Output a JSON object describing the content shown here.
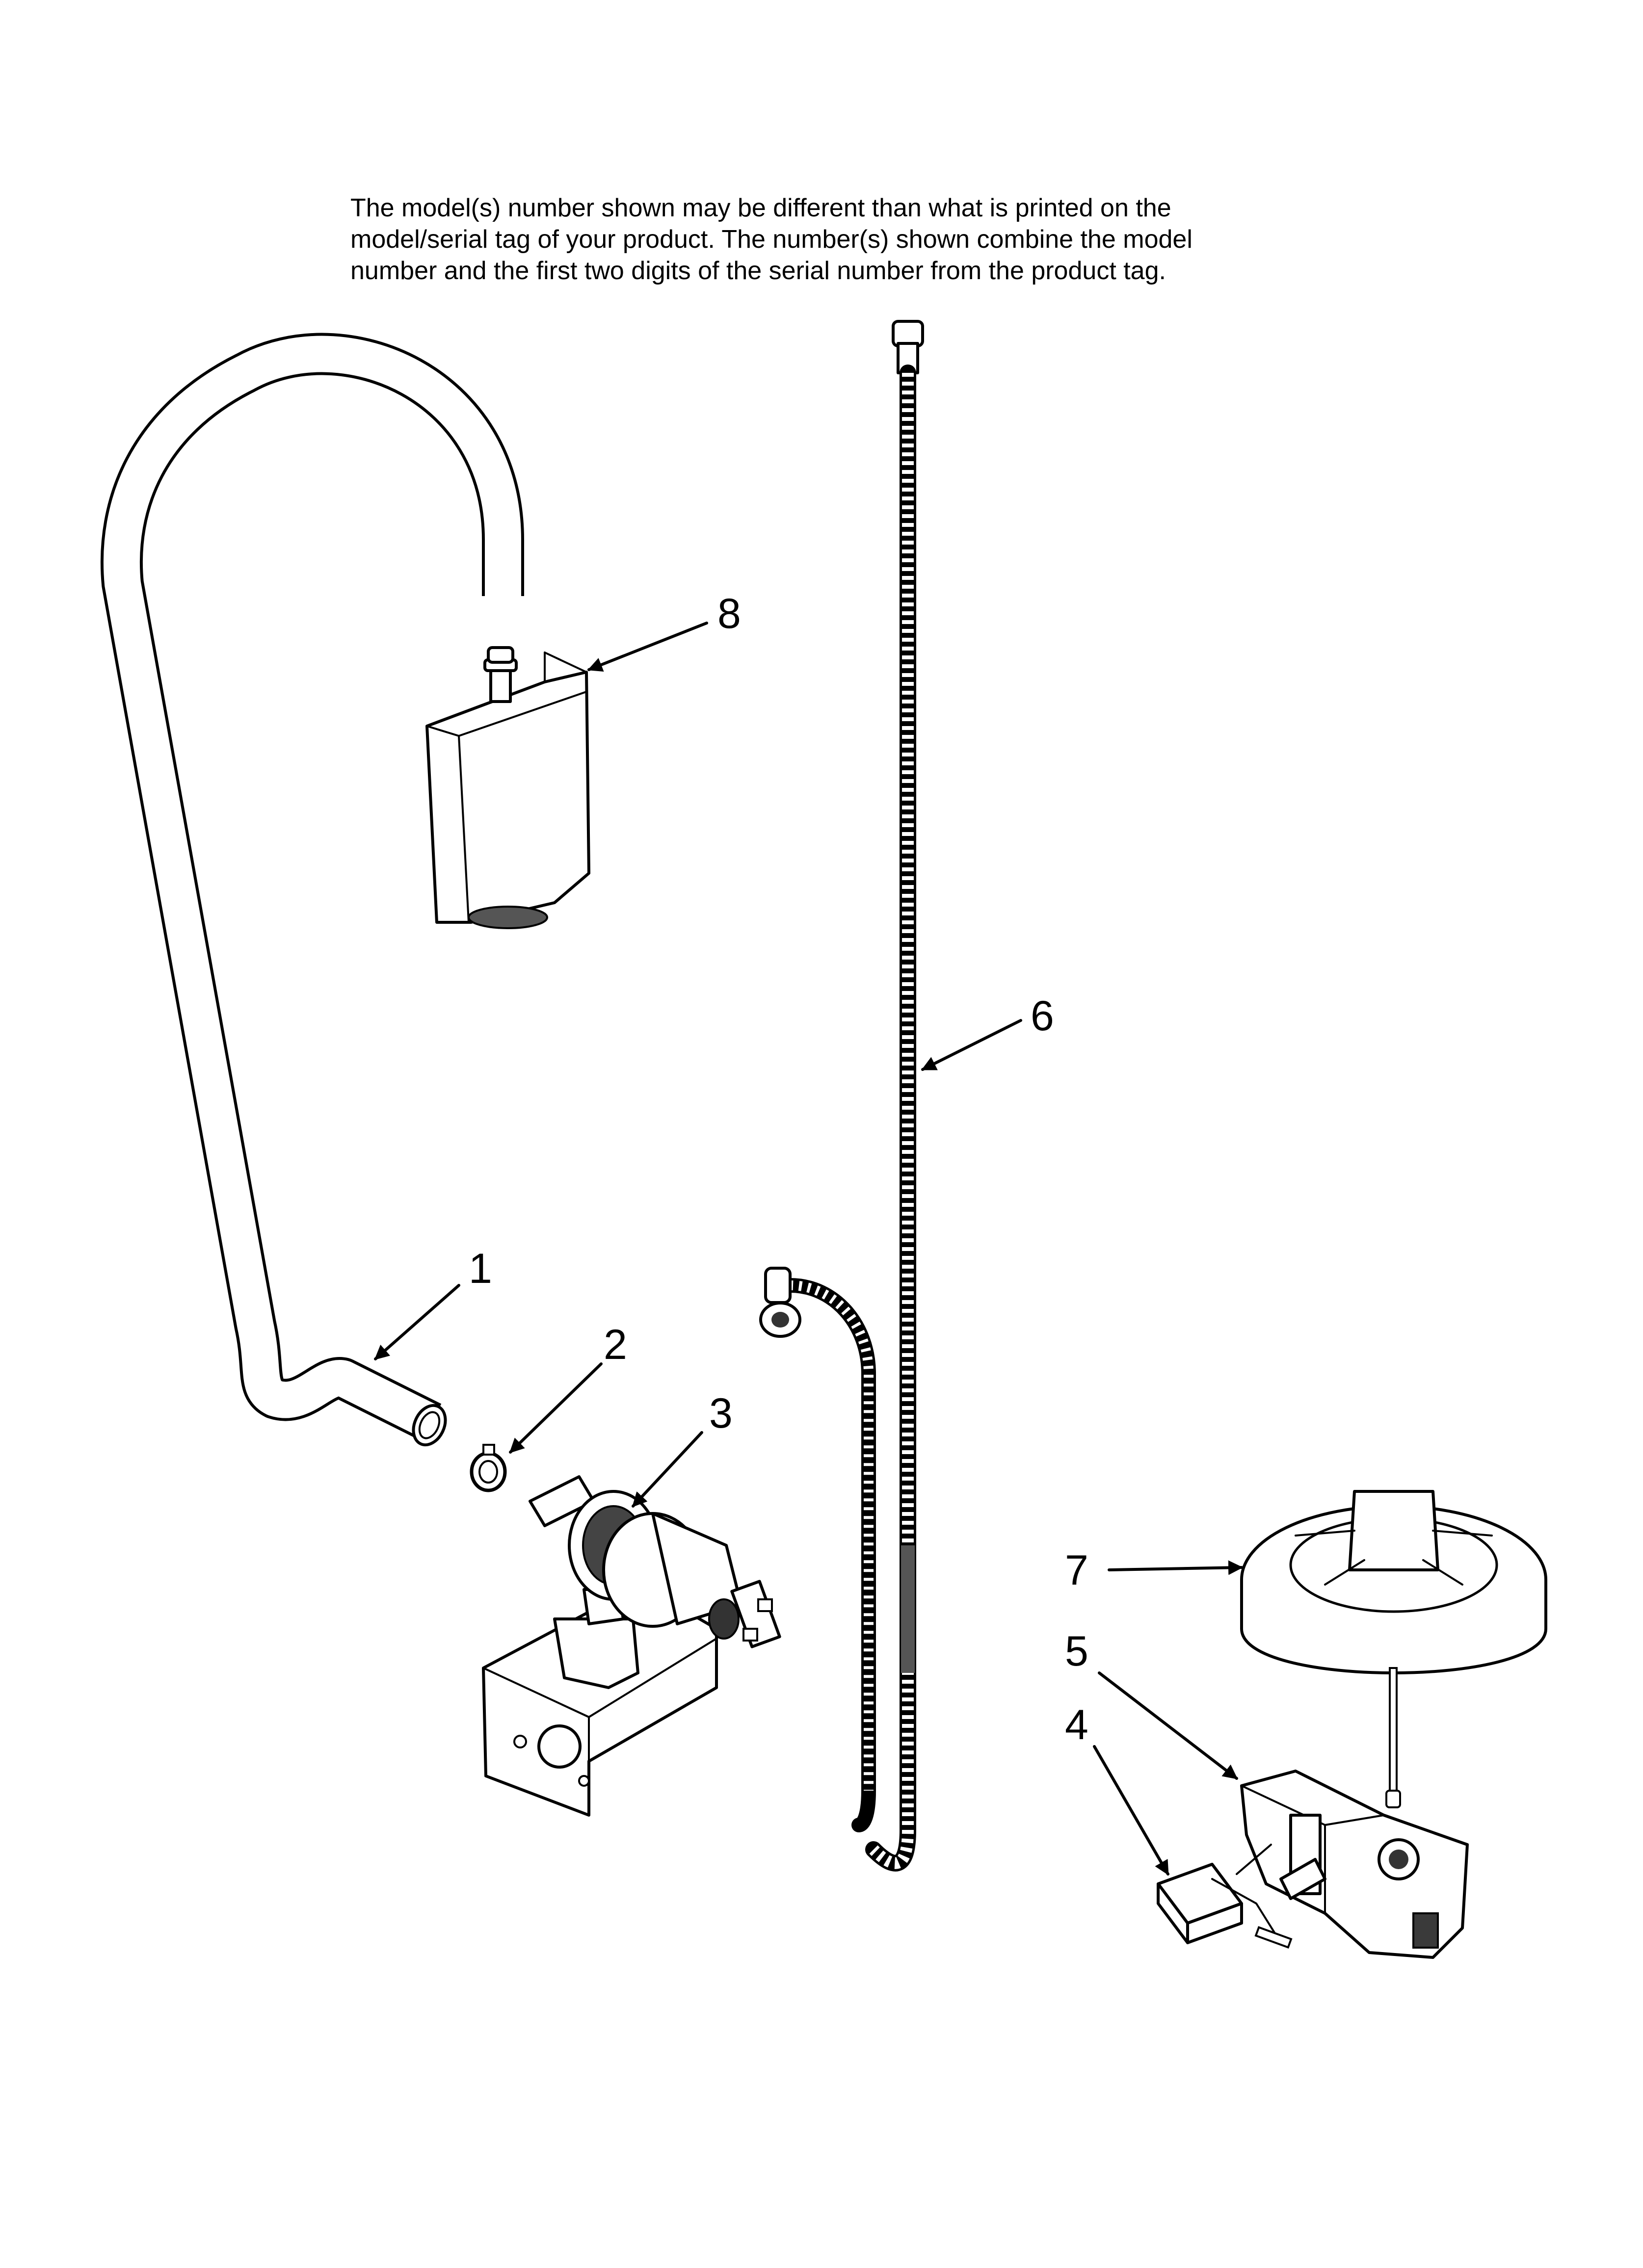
{
  "disclaimer": {
    "line1": "The model(s) number shown may be different than what is printed on the",
    "line2": "model/serial tag of your product. The number(s) shown combine the model",
    "line3": "number and the first two digits of the serial number from the product tag."
  },
  "callouts": {
    "c1": "1",
    "c2": "2",
    "c3": "3",
    "c4": "4",
    "c5": "5",
    "c6": "6",
    "c7": "7",
    "c8": "8"
  }
}
